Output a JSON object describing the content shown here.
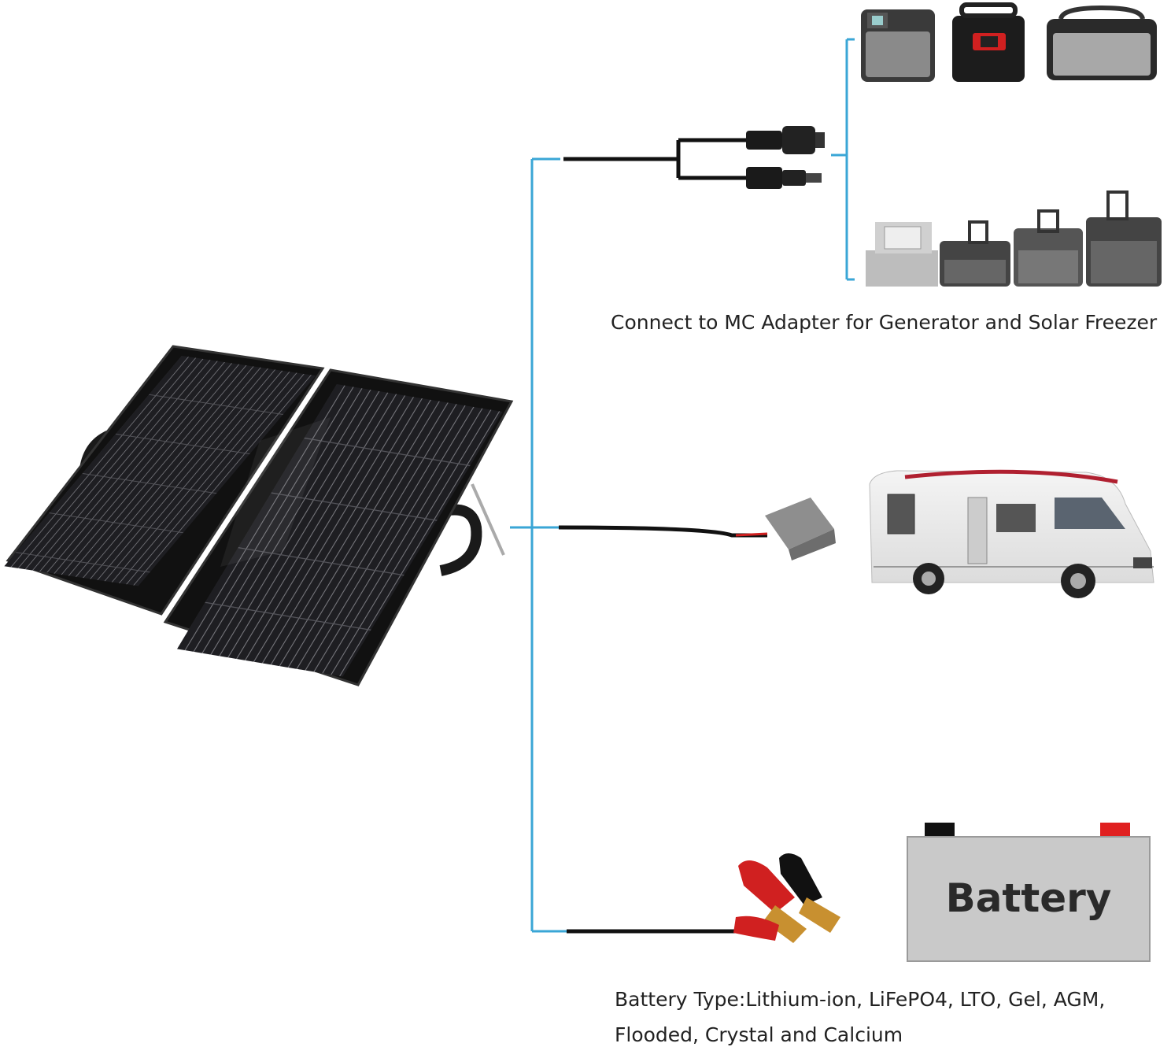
{
  "captions": {
    "mc_adapter": "Connect to MC   Adapter for Generator and Solar Freezer",
    "battery_type_line1": "Battery Type:Lithium-ion, LiFePO4, LTO, Gel, AGM,",
    "battery_type_line2": "Flooded, Crystal and Calcium"
  },
  "battery_label": "Battery",
  "colors": {
    "connector_line": "#3aa6d6",
    "cable": "#111111",
    "battery_body": "#c9c9c9",
    "battery_pos_terminal": "#e02020",
    "battery_neg_terminal": "#111111"
  },
  "icons": [
    "solar-panel-icon",
    "mc4-connector-icon",
    "power-station-icon",
    "solar-freezer-icon",
    "anderson-plug-icon",
    "motorhome-icon",
    "alligator-clip-icon",
    "battery-icon"
  ]
}
